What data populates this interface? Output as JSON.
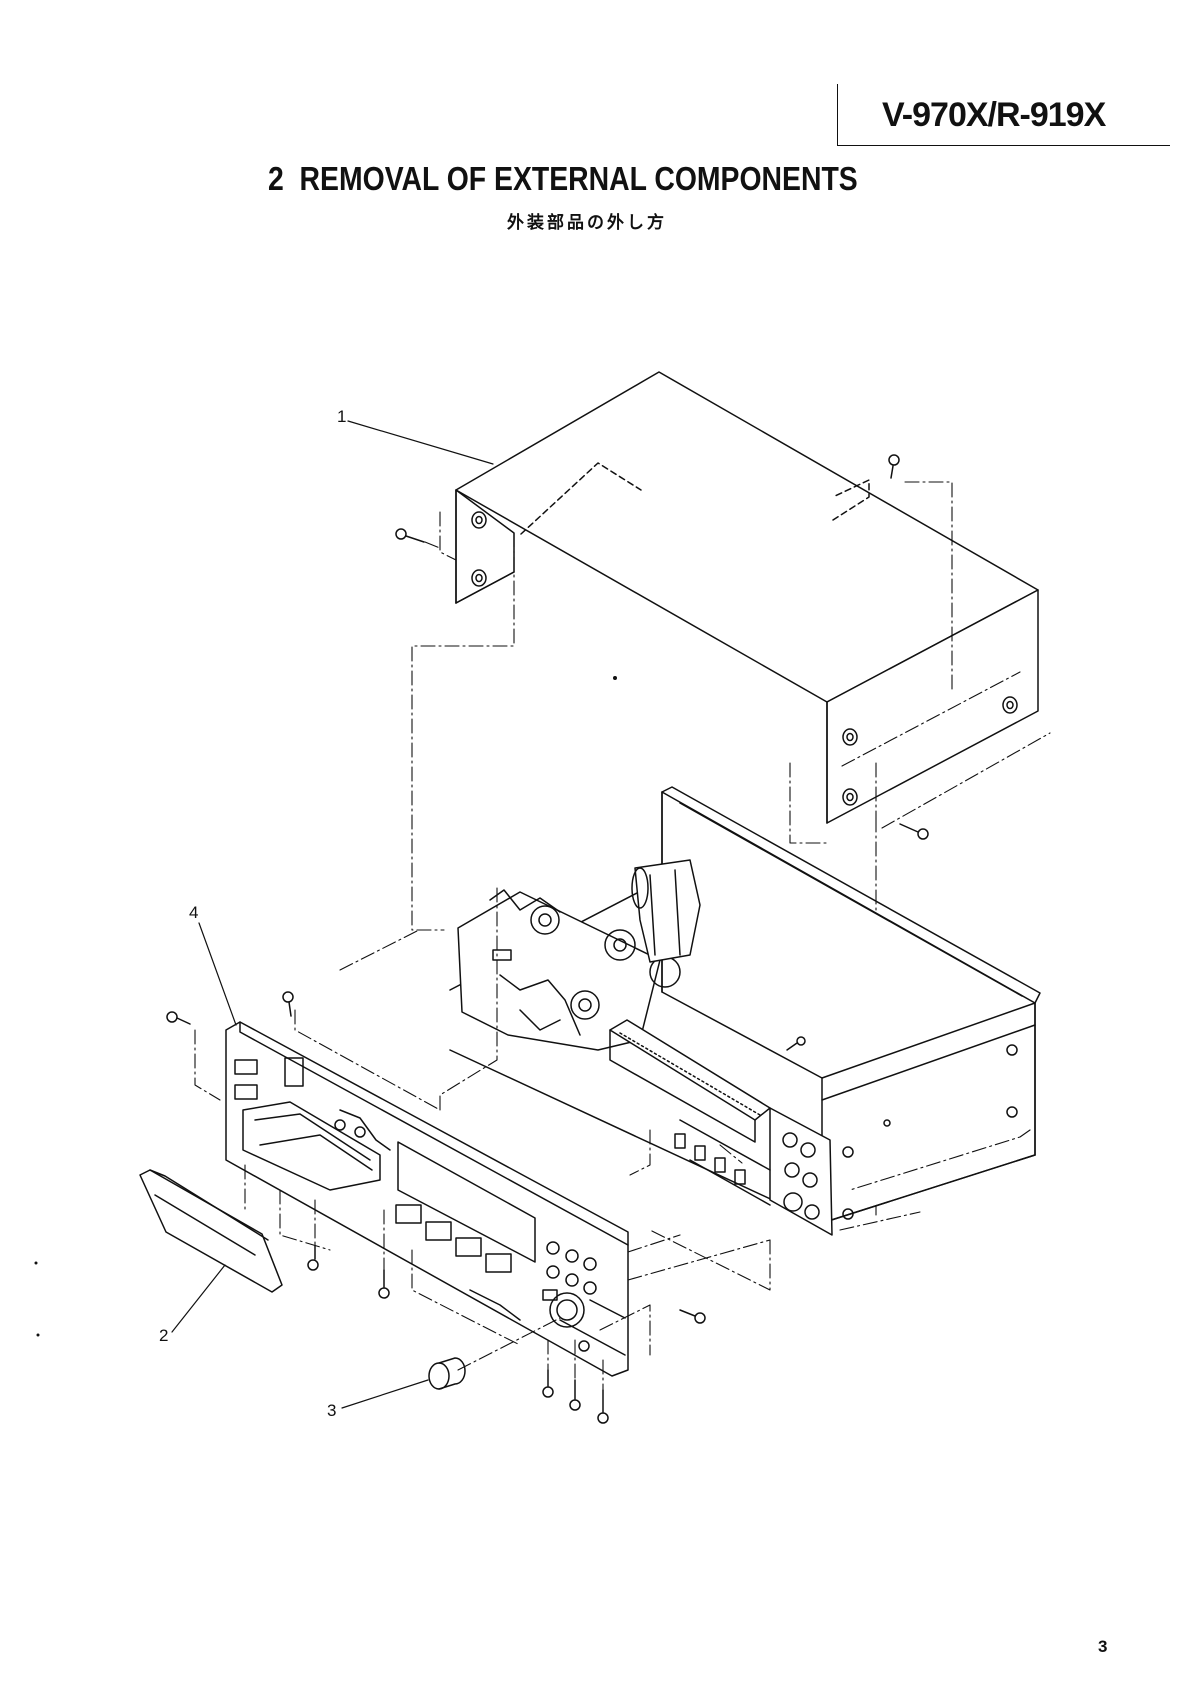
{
  "header": {
    "model_code": "V-970X/R-919X"
  },
  "section": {
    "title": "2  REMOVAL OF EXTERNAL COMPONENTS",
    "subtitle_jp": "外装部品の外し方"
  },
  "callouts": [
    {
      "id": "1",
      "label": "1"
    },
    {
      "id": "2",
      "label": "2"
    },
    {
      "id": "3",
      "label": "3"
    },
    {
      "id": "4",
      "label": "4"
    }
  ],
  "page_number": "3"
}
